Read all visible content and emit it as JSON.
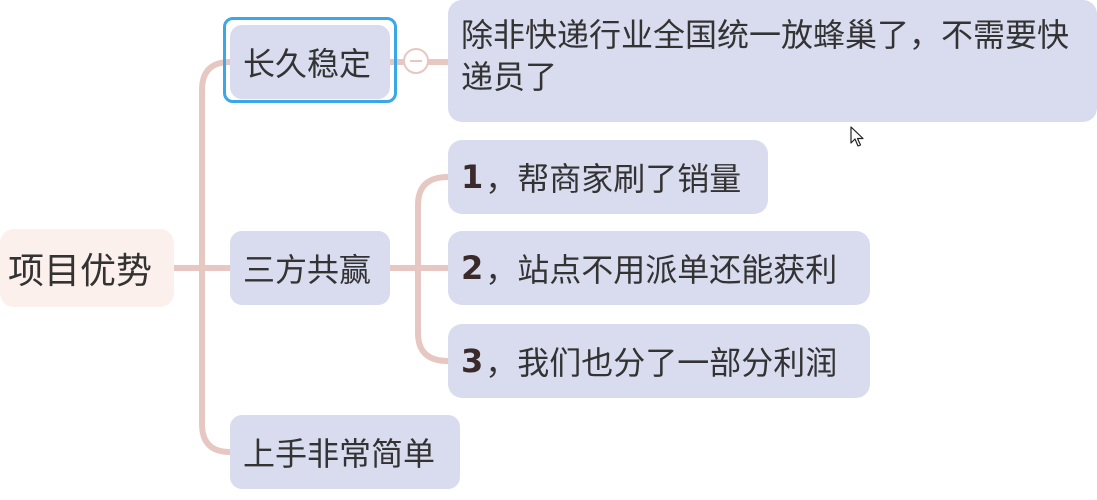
{
  "mindmap": {
    "root": {
      "label": "项目优势"
    },
    "branches": [
      {
        "label": "长久稳定",
        "selected": true,
        "collapse_icon": "minus-circle-icon",
        "children": [
          {
            "label": "除非快递行业全国统一放蜂巢了，不需要快递员了"
          }
        ]
      },
      {
        "label": "三方共赢",
        "children": [
          {
            "num": "1",
            "label": "，帮商家刷了销量"
          },
          {
            "num": "2",
            "label": "，站点不用派单还能获利"
          },
          {
            "num": "3",
            "label": "，我们也分了一部分利润"
          }
        ]
      },
      {
        "label": "上手非常简单",
        "children": []
      }
    ]
  },
  "colors": {
    "connector": "#e6c7c2",
    "root_fill": "#fbf0ec",
    "node_fill": "#d9dcef",
    "selection": "#3ba6e8",
    "text": "#333333"
  },
  "cursor_icon": "mouse-pointer-icon"
}
